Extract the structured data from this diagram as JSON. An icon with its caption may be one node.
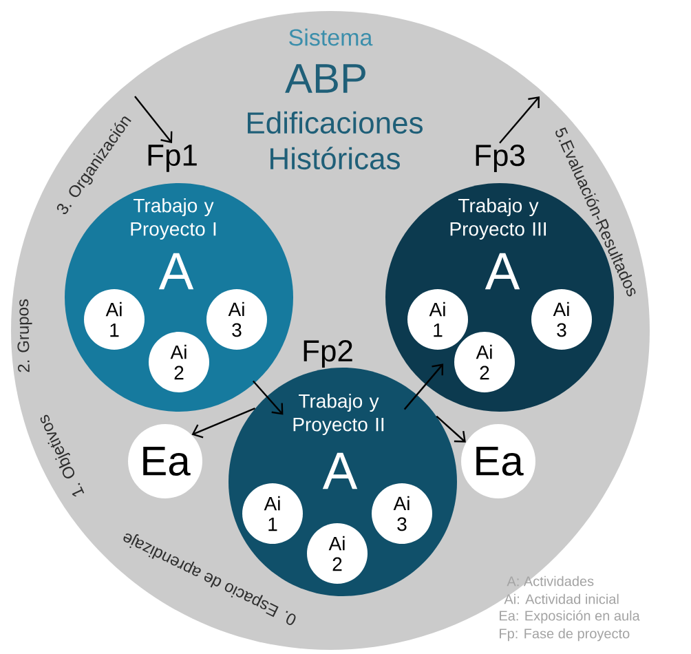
{
  "diagram": {
    "nodes": [
      {
        "text": [
          "Sistema",
          "ABP",
          "Edificaciones Históricas"
        ]
      },
      {
        "text": [
          "Fp1"
        ],
        "in": 0
      },
      {
        "text": [
          "Fp3"
        ],
        "in": 0
      },
      {
        "text": [
          "Trabajo y Proyecto I",
          "A"
        ],
        "in": 0
      },
      {
        "text": [
          "Ai 1"
        ],
        "in": 3
      },
      {
        "text": [
          "Ai 3"
        ],
        "in": 3
      },
      {
        "text": [
          "Ai 2"
        ],
        "in": 3
      },
      {
        "text": [
          "Trabajo y Proyecto III",
          "A"
        ],
        "in": 0
      },
      {
        "text": [
          "Ai 1"
        ],
        "in": 7
      },
      {
        "text": [
          "Ai 3"
        ],
        "in": 7
      },
      {
        "text": [
          "Ai 2"
        ],
        "in": 7
      },
      {
        "text": [
          "Ea"
        ],
        "in": 0
      },
      {
        "text": [
          "Trabajo y Proyecto II",
          "A"
        ],
        "beside": [
          "Fp2"
        ],
        "in": 0
      },
      {
        "text": [
          "Ai 1"
        ],
        "in": 12
      },
      {
        "text": [
          "Ai 3"
        ],
        "in": 12
      },
      {
        "text": [
          "Ai 2"
        ],
        "in": 12
      },
      {
        "text": [
          "Ea"
        ],
        "in": 0
      }
    ],
    "edges": [
      {
        "from": null,
        "to": 1,
        "arrow": "to"
      },
      {
        "from": 3,
        "to": 12,
        "arrow": "to"
      },
      {
        "from": 12,
        "to": 11,
        "arrow": "to"
      },
      {
        "from": 12,
        "to": 7,
        "arrow": "to"
      },
      {
        "from": 12,
        "to": 16,
        "arrow": "to"
      },
      {
        "from": 2,
        "to": null,
        "arrow": "to"
      }
    ],
    "labels": [
      "3. Organización",
      "5.Evaluación-Resultados",
      "2. Grupos",
      "1. Objetivos",
      "0. Espacio de aprendizaje",
      "A: Actividades",
      "Ai: Actividad inicial",
      "Ea: Exposición en aula",
      "Fp: Fase de proyecto"
    ]
  }
}
